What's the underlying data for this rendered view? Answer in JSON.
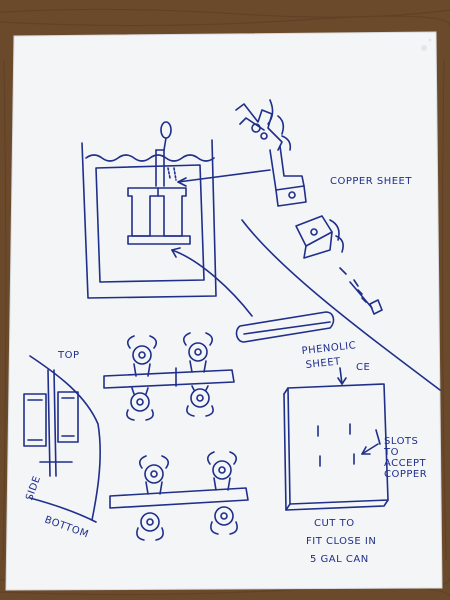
{
  "colors": {
    "table": "#6b4a2c",
    "paper": "#f4f5f7",
    "ink": "#1f2f8a"
  },
  "labels": {
    "copper_sheet": "COPPER SHEET",
    "top": "TOP",
    "side": "SIDE",
    "bottom": "BOTTOM",
    "phenolic_line1": "PHENOLIC",
    "phenolic_line2": "SHEET",
    "phenolic_suffix": "CE",
    "slots_line1": "SLOTS",
    "slots_line2": "TO",
    "slots_line3": "ACCEPT",
    "slots_line4": "COPPER",
    "cut_line1": "CUT TO",
    "cut_line2": "FIT CLOSE IN",
    "cut_line3": "5 GAL CAN"
  }
}
